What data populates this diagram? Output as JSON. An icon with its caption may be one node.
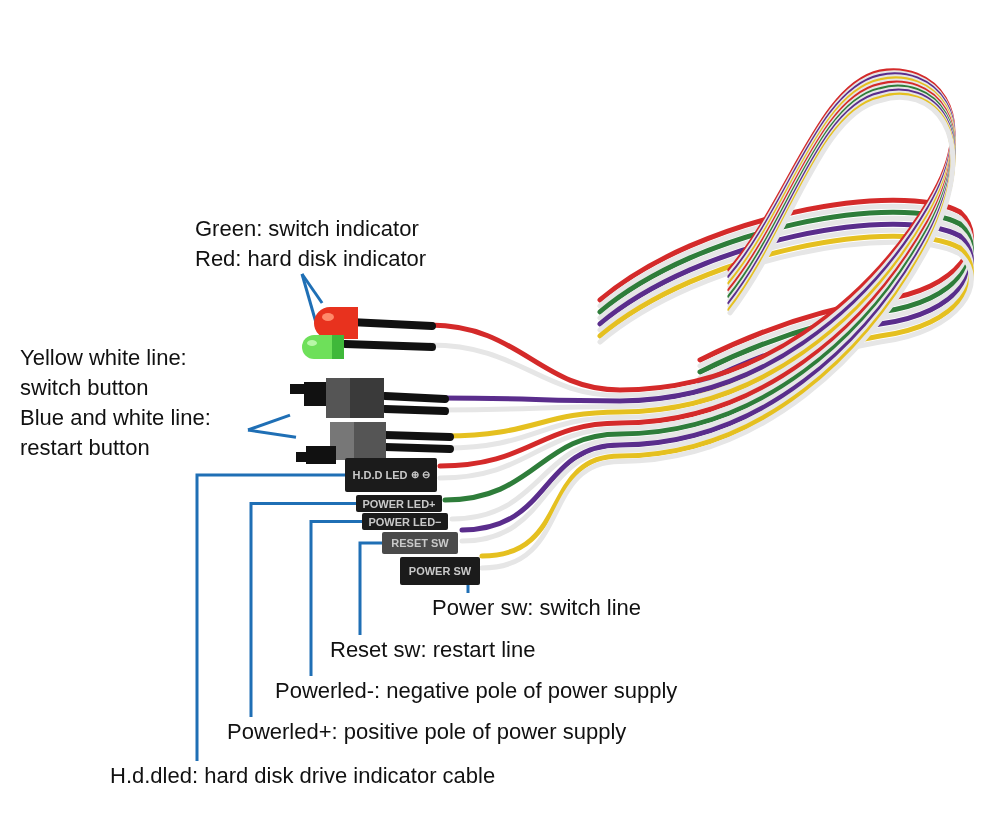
{
  "diagram": {
    "nodes": [
      {
        "text": [
          "Green: switch indicator",
          "Red: hard disk indicator"
        ]
      },
      {
        "text": [],
        "shape": "picture"
      },
      {
        "text": [],
        "shape": "picture"
      },
      {
        "text": [
          "Yellow white line: switch button",
          "Blue and white line: restart button"
        ]
      },
      {
        "text": [],
        "shape": "picture"
      },
      {
        "text": [],
        "shape": "picture"
      },
      {
        "text": [
          "H.D.D LED",
          "⊕",
          "⊖"
        ]
      },
      {
        "text": [
          "POWER LED+"
        ]
      },
      {
        "text": [
          "POWER LED−"
        ]
      },
      {
        "text": [
          "RESET SW"
        ]
      },
      {
        "text": [
          "POWER SW"
        ]
      },
      {
        "text": [
          "Power sw: switch line"
        ]
      },
      {
        "text": [
          "Reset sw: restart line"
        ]
      },
      {
        "text": [
          "Powerled-: negative pole of power supply"
        ]
      },
      {
        "text": [
          "Powerled+: positive pole of power supply"
        ]
      },
      {
        "text": [
          "H.d.dled: hard disk drive indicator cable"
        ]
      }
    ],
    "edges": [
      {
        "from": 0,
        "to": 1,
        "arrow": "none"
      },
      {
        "from": 0,
        "to": 2,
        "arrow": "none"
      },
      {
        "from": 3,
        "to": 4,
        "arrow": "none"
      },
      {
        "from": 3,
        "to": 5,
        "arrow": "none"
      },
      {
        "from": 15,
        "to": 6,
        "arrow": "none"
      },
      {
        "from": 14,
        "to": 7,
        "arrow": "none"
      },
      {
        "from": 13,
        "to": 8,
        "arrow": "none"
      },
      {
        "from": 12,
        "to": 9,
        "arrow": "none"
      },
      {
        "from": 11,
        "to": 10,
        "arrow": "none"
      }
    ]
  }
}
